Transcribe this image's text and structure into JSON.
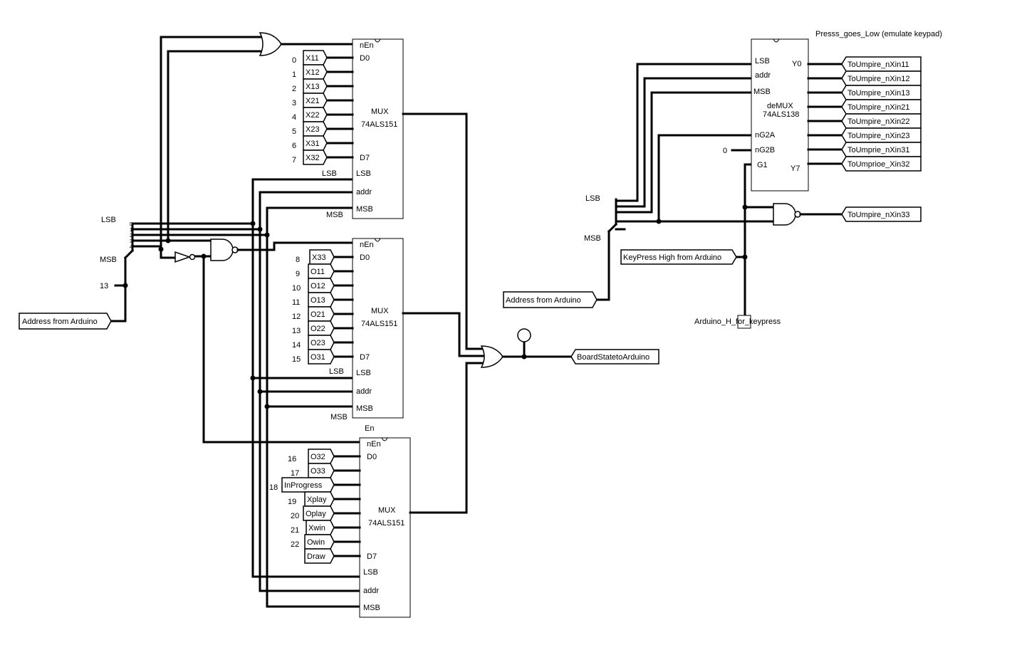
{
  "mux1": {
    "inputs": [
      "X11",
      "X12",
      "X13",
      "X21",
      "X22",
      "X23",
      "X31",
      "X32"
    ],
    "indices": [
      "0",
      "1",
      "2",
      "3",
      "4",
      "5",
      "6",
      "7"
    ],
    "nen": "nEn",
    "d0": "D0",
    "d7": "D7",
    "mux": "MUX",
    "part": "74ALS151",
    "lsb": "LSB",
    "addr": "addr",
    "msb": "MSB",
    "outer_lsb": "LSB",
    "outer_msb": "MSB"
  },
  "mux2": {
    "inputs": [
      "X33",
      "O11",
      "O12",
      "O13",
      "O21",
      "O22",
      "O23",
      "O31"
    ],
    "indices": [
      "8",
      "9",
      "10",
      "11",
      "12",
      "13",
      "14",
      "15"
    ],
    "nen": "nEn",
    "d0": "D0",
    "d7": "D7",
    "mux": "MUX",
    "part": "74ALS151",
    "lsb": "LSB",
    "addr": "addr",
    "msb": "MSB",
    "outer_lsb": "LSB",
    "outer_msb": "MSB"
  },
  "mux3": {
    "title": "En",
    "inputs": [
      "O32",
      "O33",
      "InProgress",
      "Xplay",
      "Oplay",
      "Xwin",
      "Owin",
      "Draw"
    ],
    "indices": [
      "16",
      "17",
      "18",
      "19",
      "20",
      "21",
      "22"
    ],
    "nen": "nEn",
    "d0": "D0",
    "d7": "D7",
    "mux": "MUX",
    "part": "74ALS151",
    "lsb": "LSB",
    "addr": "addr",
    "msb": "MSB"
  },
  "left_splitter": {
    "lsb": "LSB",
    "msb": "MSB",
    "bits": [
      "0",
      "1",
      "2",
      "3",
      "4"
    ],
    "constant": "13"
  },
  "left_input": "Address from Arduino",
  "output": "BoardStatetoArduino",
  "demux": {
    "header": "Presss_goes_Low (emulate keypad)",
    "lsb": "LSB",
    "addr": "addr",
    "msb": "MSB",
    "ng2a": "nG2A",
    "ng2b": "nG2B",
    "g1": "G1",
    "y0": "Y0",
    "y7": "Y7",
    "name": "deMUX",
    "part": "74ALS138",
    "constant": "0",
    "outputs": [
      "ToUmpire_nXin11",
      "ToUmpire_nXin12",
      "ToUmpire_nXin13",
      "ToUmpire_nXin21",
      "ToUmpire_nXin22",
      "ToUmpire_nXin23",
      "ToUmprie_nXin31",
      "ToUmprioe_Xin32"
    ],
    "extra_output": "ToUmpire_nXin33"
  },
  "right_splitter": {
    "lsb": "LSB",
    "msb": "MSB"
  },
  "right_input": "Address from Arduino",
  "keypress_input": "KeyPress High from Arduino",
  "probe_label": "Arduino_H_for_keypress"
}
